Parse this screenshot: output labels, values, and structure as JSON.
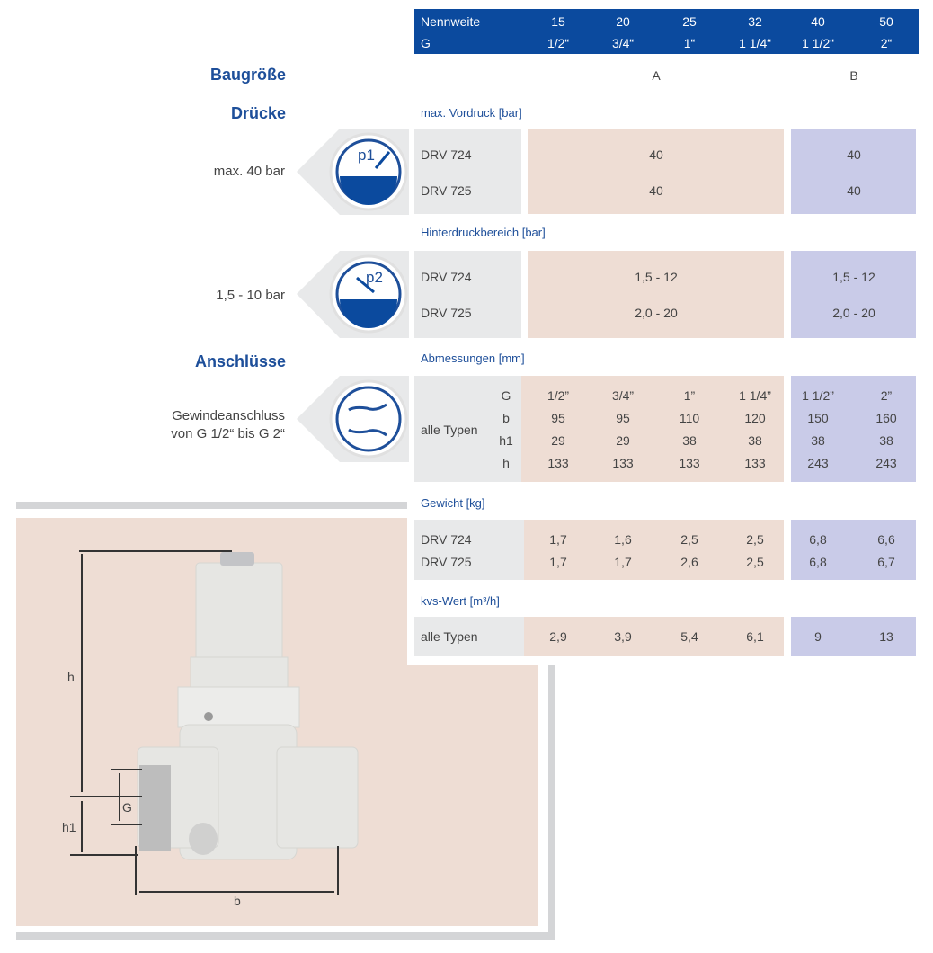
{
  "header": {
    "row1_label": "Nennweite",
    "row1": [
      "15",
      "20",
      "25",
      "32",
      "40",
      "50"
    ],
    "row2_label": "G",
    "row2": [
      "1/2“",
      "3/4“",
      "1“",
      "1 1/4“",
      "1 1/2“",
      "2“"
    ]
  },
  "left": {
    "baugroesse": "Baugröße",
    "druecke": "Drücke",
    "p1_text": "max. 40 bar",
    "p1_icon": "p1",
    "p2_text": "1,5 - 10 bar",
    "p2_icon": "p2",
    "anschluesse": "Anschlüsse",
    "anschluss_line1": "Gewindeanschluss",
    "anschluss_line2": "von G 1/2“ bis G 2“"
  },
  "baugroesse": {
    "a": "A",
    "b": "B"
  },
  "vordruck": {
    "title": "max. Vordruck [bar]",
    "rows": [
      {
        "label": "DRV 724",
        "a": "40",
        "b": "40"
      },
      {
        "label": "DRV 725",
        "a": "40",
        "b": "40"
      }
    ]
  },
  "hinterdruck": {
    "title": "Hinterdruckbereich [bar]",
    "rows": [
      {
        "label": "DRV 724",
        "a": "1,5 - 12",
        "b": "1,5 - 12"
      },
      {
        "label": "DRV 725",
        "a": "2,0 - 20",
        "b": "2,0 - 20"
      }
    ]
  },
  "abmessungen": {
    "title": "Abmessungen [mm]",
    "label": "alle Typen",
    "rows": [
      {
        "k": "G",
        "v": [
          "1/2”",
          "3/4”",
          "1”",
          "1 1/4”",
          "1 1/2”",
          "2”"
        ]
      },
      {
        "k": "b",
        "v": [
          "95",
          "95",
          "110",
          "120",
          "150",
          "160"
        ]
      },
      {
        "k": "h1",
        "v": [
          "29",
          "29",
          "38",
          "38",
          "38",
          "38"
        ]
      },
      {
        "k": "h",
        "v": [
          "133",
          "133",
          "133",
          "133",
          "243",
          "243"
        ]
      }
    ]
  },
  "gewicht": {
    "title": "Gewicht [kg]",
    "rows": [
      {
        "label": "DRV 724",
        "v": [
          "1,7",
          "1,6",
          "2,5",
          "2,5",
          "6,8",
          "6,6"
        ]
      },
      {
        "label": "DRV 725",
        "v": [
          "1,7",
          "1,7",
          "2,6",
          "2,5",
          "6,8",
          "6,7"
        ]
      }
    ]
  },
  "kvs": {
    "title": "kvs-Wert [m³/h]",
    "rows": [
      {
        "label": "alle Typen",
        "v": [
          "2,9",
          "3,9",
          "5,4",
          "6,1",
          "9",
          "13"
        ]
      }
    ]
  },
  "drawing": {
    "h": "h",
    "h1": "h1",
    "G": "G",
    "b": "b"
  },
  "colors": {
    "header": "#0b4a9e",
    "size_a": "#eeddd4",
    "size_b": "#c9cbe8",
    "label_bg": "#e8e9ea"
  }
}
